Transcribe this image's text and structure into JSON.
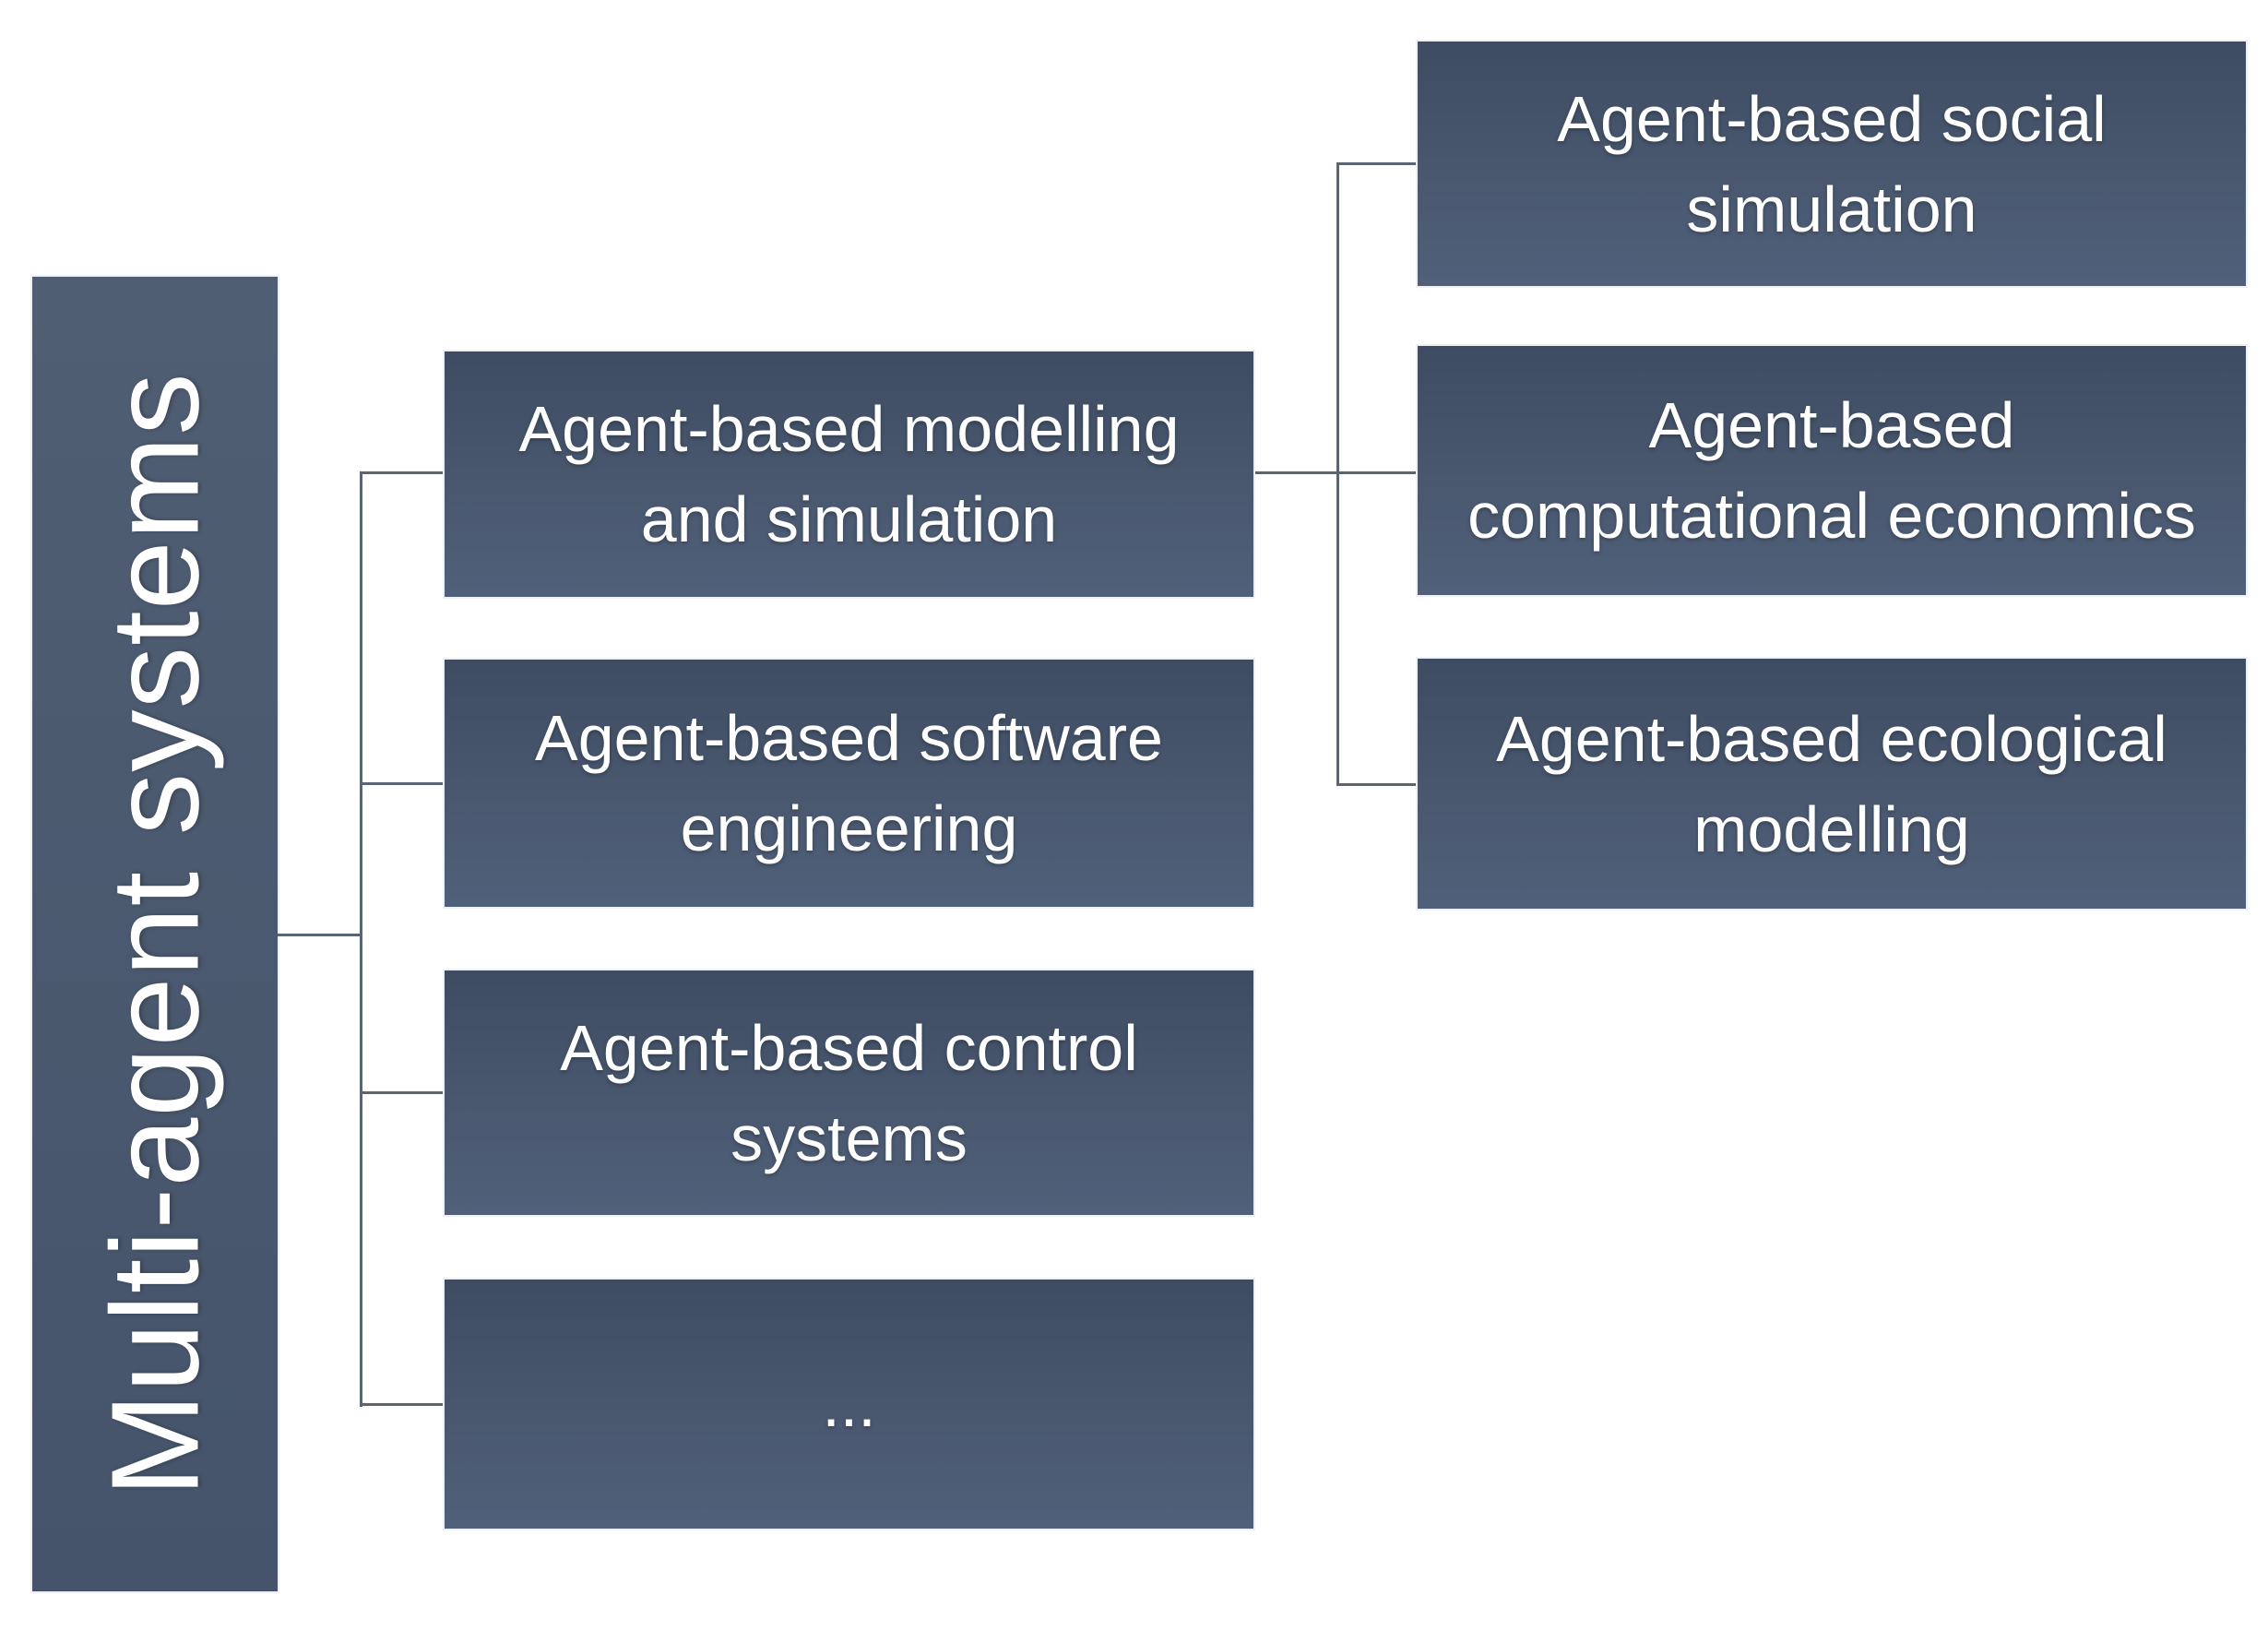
{
  "diagram": {
    "title": "Multi-agent systems hierarchy diagram",
    "root": {
      "label": "Multi-agent systems"
    },
    "level1": [
      {
        "id": "agent-based-modelling-and-simulation",
        "label": "Agent-based modelling\nand simulation"
      },
      {
        "id": "agent-based-software-engineering",
        "label": "Agent-based software\nengineering"
      },
      {
        "id": "agent-based-control-systems",
        "label": "Agent-based control\nsystems"
      },
      {
        "id": "ellipsis",
        "label": "..."
      }
    ],
    "level2": [
      {
        "id": "agent-based-social-simulation",
        "label": "Agent-based social\nsimulation",
        "parent": "agent-based-modelling-and-simulation"
      },
      {
        "id": "agent-based-computational-economics",
        "label": "Agent-based\ncomputational economics",
        "parent": "agent-based-modelling-and-simulation"
      },
      {
        "id": "agent-based-ecological-modelling",
        "label": "Agent-based ecological\nmodelling",
        "parent": "agent-based-modelling-and-simulation"
      }
    ],
    "colors": {
      "background": "#ffffff",
      "box_gradient_top": "#3e4c63",
      "box_gradient_bottom": "#50607a",
      "bar_gradient_top": "#505e73",
      "bar_gradient_bottom": "#45546b",
      "connector": "#5a6574",
      "text": "#ffffff"
    }
  }
}
